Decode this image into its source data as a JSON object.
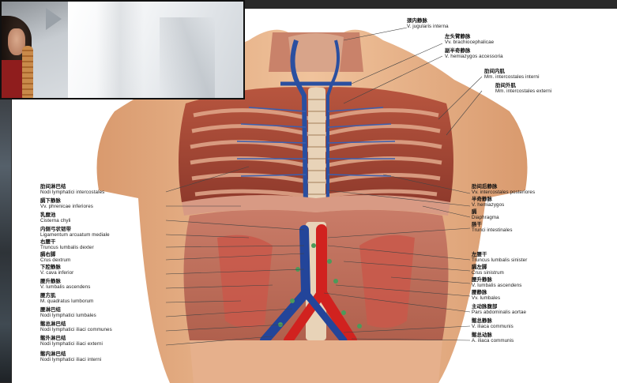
{
  "labels_left": [
    {
      "zh": "肋间淋巴结",
      "la": "Nodi lymphatici intercostales"
    },
    {
      "zh": "膈下静脉",
      "la": "Vv. phrenicae inferiores"
    },
    {
      "zh": "乳糜池",
      "la": "Cisterna chyli"
    },
    {
      "zh": "内侧弓状韧带",
      "la": "Ligamentum arcuatum mediale"
    },
    {
      "zh": "右腰干",
      "la": "Truncus lumbalis dexter"
    },
    {
      "zh": "膈右脚",
      "la": "Crus dextrum"
    },
    {
      "zh": "下腔静脉",
      "la": "V. cava inferior"
    },
    {
      "zh": "腰升静脉",
      "la": "V. lumbalis ascendens"
    },
    {
      "zh": "腰方肌",
      "la": "M. quadratus lumborum"
    },
    {
      "zh": "腰淋巴结",
      "la": "Nodi lymphatici lumbales"
    },
    {
      "zh": "髂总淋巴结",
      "la": "Nodi lymphatici iliaci communes"
    },
    {
      "zh": "髂外淋巴结",
      "la": "Nodi lymphatici iliaci externi"
    },
    {
      "zh": "髂内淋巴结",
      "la": "Nodi lymphatici iliaci interni"
    }
  ],
  "labels_right": [
    {
      "zh": "颈内静脉",
      "la": "V. jugularis interna"
    },
    {
      "zh": "左头臂静脉",
      "la": "Vv. brachiocephalicae"
    },
    {
      "zh": "副半奇静脉",
      "la": "V. hemiazygos accessoria"
    },
    {
      "zh": "肋间内肌",
      "la": "Mm. intercostales interni"
    },
    {
      "zh": "肋间外肌",
      "la": "Mm. intercostales externi"
    },
    {
      "zh": "肋间后静脉",
      "la": "Vv. intercostales posteriores"
    },
    {
      "zh": "半奇静脉",
      "la": "V. hemiazygos"
    },
    {
      "zh": "膈",
      "la": "Diaphragma"
    },
    {
      "zh": "肠干",
      "la": "Trunci intestinales"
    },
    {
      "zh": "左腰干",
      "la": "Truncus lumbalis sinister"
    },
    {
      "zh": "膈左脚",
      "la": "Crus sinistrum"
    },
    {
      "zh": "腰升静脉",
      "la": "V. lumbalis ascendens"
    },
    {
      "zh": "腰静脉",
      "la": "Vv. lumbales"
    },
    {
      "zh": "主动脉腹部",
      "la": "Pars abdominalis aortae"
    },
    {
      "zh": "髂总静脉",
      "la": "V. iliaca communis"
    },
    {
      "zh": "髂总动脉",
      "la": "A. iliaca communis"
    }
  ]
}
